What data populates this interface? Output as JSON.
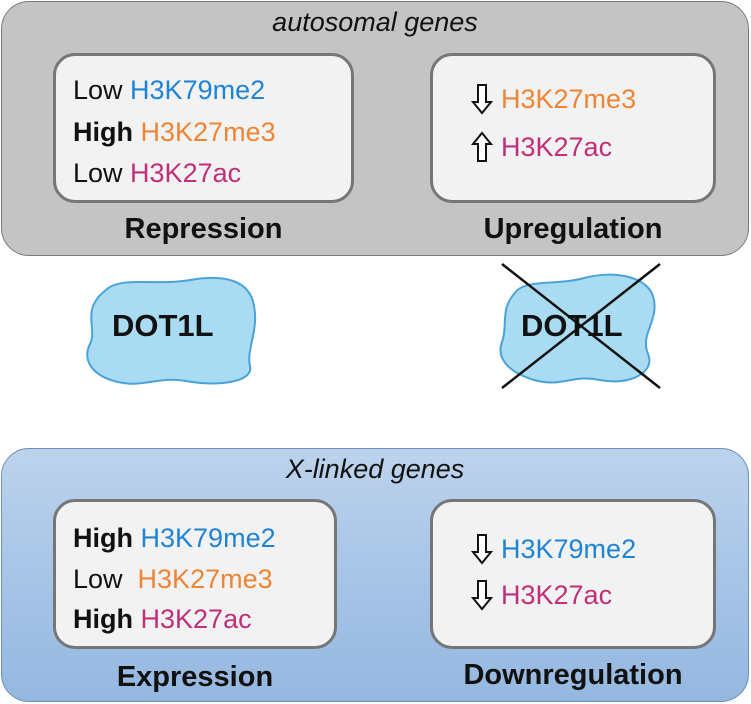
{
  "autosomal": {
    "title": "autosomal genes",
    "left_box": {
      "lines": [
        {
          "level": "Low",
          "mark": "H3K79me2"
        },
        {
          "level": "High",
          "mark": "H3K27me3"
        },
        {
          "level": "Low",
          "mark": "H3K27ac"
        }
      ],
      "result": "Repression"
    },
    "right_box": {
      "lines": [
        {
          "direction": "down",
          "mark": "H3K27me3"
        },
        {
          "direction": "up",
          "mark": "H3K27ac"
        }
      ],
      "result": "Upregulation"
    }
  },
  "middle": {
    "protein_present": "DOT1L",
    "protein_absent": "DOT1L"
  },
  "xlinked": {
    "title": "X-linked genes",
    "left_box": {
      "lines": [
        {
          "level": "High",
          "mark": "H3K79me2"
        },
        {
          "level": "Low",
          "mark": "H3K27me3"
        },
        {
          "level": "High",
          "mark": "H3K27ac"
        }
      ],
      "result": "Expression"
    },
    "right_box": {
      "lines": [
        {
          "direction": "down",
          "mark": "H3K79me2"
        },
        {
          "direction": "down",
          "mark": "H3K27ac"
        }
      ],
      "result": "Downregulation"
    }
  },
  "colors": {
    "H3K79me2": "#1f84d6",
    "H3K27me3": "#ee8534",
    "H3K27ac": "#c12f78",
    "blob_fill": "#a9dcf3",
    "blob_stroke": "#4aa3d8"
  }
}
